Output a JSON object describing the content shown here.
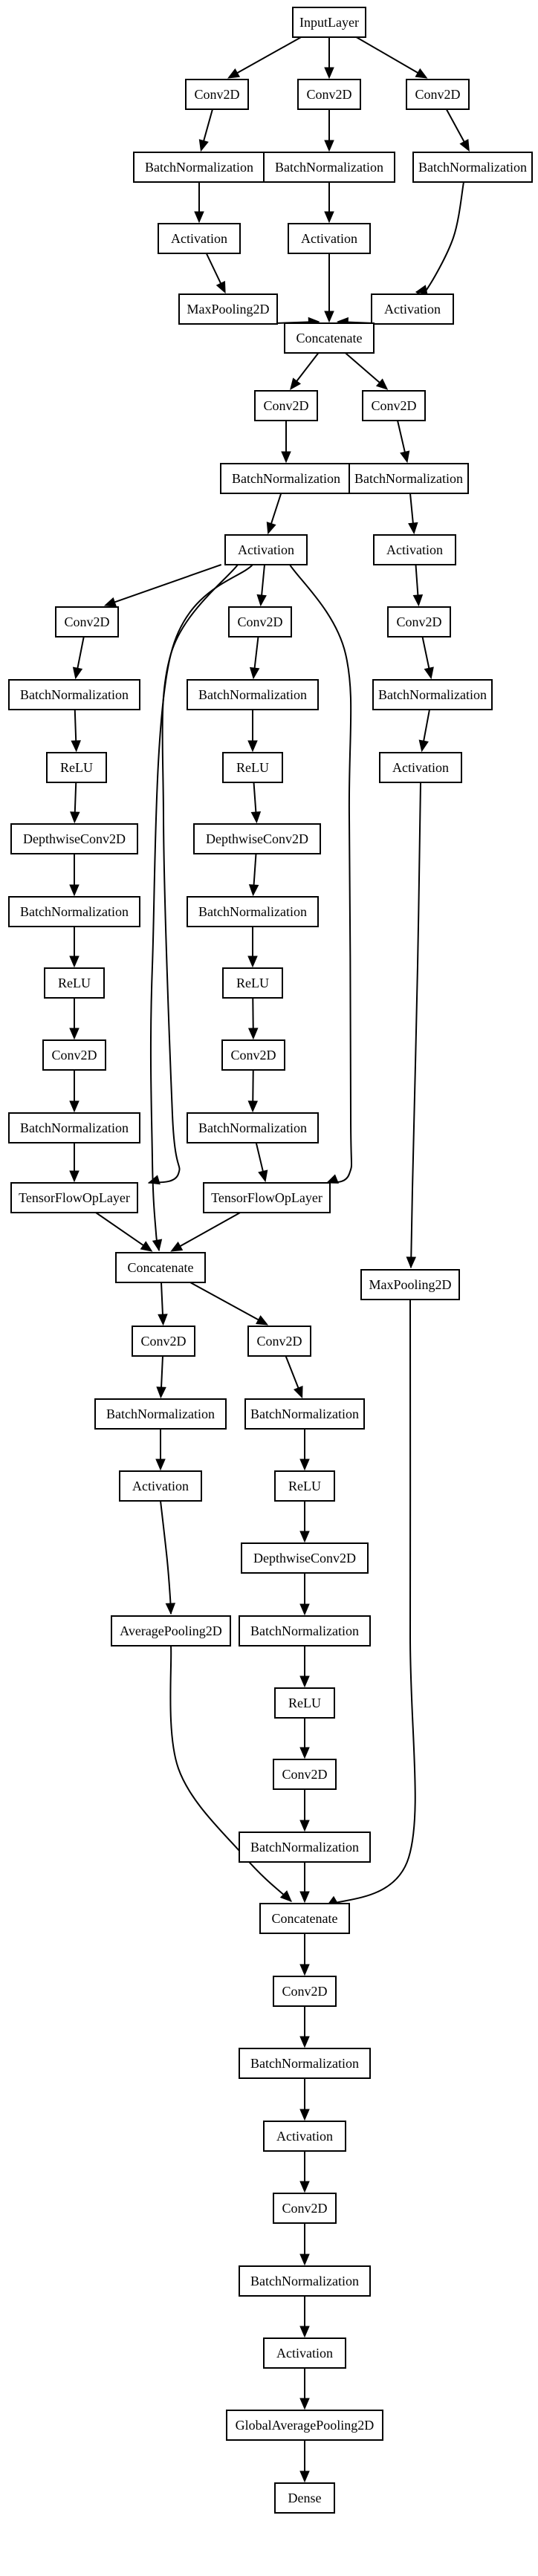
{
  "diagram": {
    "type": "directed-graph",
    "nodes": [
      {
        "id": "n1",
        "label": "InputLayer"
      },
      {
        "id": "n2",
        "label": "Conv2D"
      },
      {
        "id": "n3",
        "label": "Conv2D"
      },
      {
        "id": "n4",
        "label": "Conv2D"
      },
      {
        "id": "n5",
        "label": "BatchNormalization"
      },
      {
        "id": "n6",
        "label": "BatchNormalization"
      },
      {
        "id": "n7",
        "label": "BatchNormalization"
      },
      {
        "id": "n8",
        "label": "Activation"
      },
      {
        "id": "n9",
        "label": "Activation"
      },
      {
        "id": "n10",
        "label": "MaxPooling2D"
      },
      {
        "id": "n11",
        "label": "Activation"
      },
      {
        "id": "n12",
        "label": "Concatenate"
      },
      {
        "id": "n13",
        "label": "Conv2D"
      },
      {
        "id": "n14",
        "label": "Conv2D"
      },
      {
        "id": "n15",
        "label": "BatchNormalization"
      },
      {
        "id": "n16",
        "label": "BatchNormalization"
      },
      {
        "id": "n17",
        "label": "Activation"
      },
      {
        "id": "n18",
        "label": "Activation"
      },
      {
        "id": "n19",
        "label": "Conv2D"
      },
      {
        "id": "n20",
        "label": "Conv2D"
      },
      {
        "id": "n21",
        "label": "Conv2D"
      },
      {
        "id": "n22",
        "label": "BatchNormalization"
      },
      {
        "id": "n23",
        "label": "BatchNormalization"
      },
      {
        "id": "n24",
        "label": "BatchNormalization"
      },
      {
        "id": "n25",
        "label": "ReLU"
      },
      {
        "id": "n26",
        "label": "ReLU"
      },
      {
        "id": "n27",
        "label": "Activation"
      },
      {
        "id": "n28",
        "label": "DepthwiseConv2D"
      },
      {
        "id": "n29",
        "label": "DepthwiseConv2D"
      },
      {
        "id": "n30",
        "label": "BatchNormalization"
      },
      {
        "id": "n31",
        "label": "BatchNormalization"
      },
      {
        "id": "n32",
        "label": "ReLU"
      },
      {
        "id": "n33",
        "label": "ReLU"
      },
      {
        "id": "n34",
        "label": "Conv2D"
      },
      {
        "id": "n35",
        "label": "Conv2D"
      },
      {
        "id": "n36",
        "label": "BatchNormalization"
      },
      {
        "id": "n37",
        "label": "BatchNormalization"
      },
      {
        "id": "n38",
        "label": "TensorFlowOpLayer"
      },
      {
        "id": "n39",
        "label": "TensorFlowOpLayer"
      },
      {
        "id": "n40",
        "label": "Concatenate"
      },
      {
        "id": "n41",
        "label": "MaxPooling2D"
      },
      {
        "id": "n42",
        "label": "Conv2D"
      },
      {
        "id": "n43",
        "label": "Conv2D"
      },
      {
        "id": "n44",
        "label": "BatchNormalization"
      },
      {
        "id": "n45",
        "label": "BatchNormalization"
      },
      {
        "id": "n46",
        "label": "Activation"
      },
      {
        "id": "n47",
        "label": "ReLU"
      },
      {
        "id": "n48",
        "label": "DepthwiseConv2D"
      },
      {
        "id": "n49",
        "label": "AveragePooling2D"
      },
      {
        "id": "n50",
        "label": "BatchNormalization"
      },
      {
        "id": "n51",
        "label": "ReLU"
      },
      {
        "id": "n52",
        "label": "Conv2D"
      },
      {
        "id": "n53",
        "label": "BatchNormalization"
      },
      {
        "id": "n54",
        "label": "Concatenate"
      },
      {
        "id": "n55",
        "label": "Conv2D"
      },
      {
        "id": "n56",
        "label": "BatchNormalization"
      },
      {
        "id": "n57",
        "label": "Activation"
      },
      {
        "id": "n58",
        "label": "Conv2D"
      },
      {
        "id": "n59",
        "label": "BatchNormalization"
      },
      {
        "id": "n60",
        "label": "Activation"
      },
      {
        "id": "n61",
        "label": "GlobalAveragePooling2D"
      },
      {
        "id": "n62",
        "label": "Dense"
      }
    ],
    "edges": [
      {
        "from": "n1",
        "to": "n2"
      },
      {
        "from": "n1",
        "to": "n3"
      },
      {
        "from": "n1",
        "to": "n4"
      },
      {
        "from": "n2",
        "to": "n5"
      },
      {
        "from": "n3",
        "to": "n6"
      },
      {
        "from": "n4",
        "to": "n7"
      },
      {
        "from": "n5",
        "to": "n8"
      },
      {
        "from": "n6",
        "to": "n9"
      },
      {
        "from": "n8",
        "to": "n10"
      },
      {
        "from": "n7",
        "to": "n11"
      },
      {
        "from": "n10",
        "to": "n12"
      },
      {
        "from": "n9",
        "to": "n12"
      },
      {
        "from": "n11",
        "to": "n12"
      },
      {
        "from": "n12",
        "to": "n13"
      },
      {
        "from": "n12",
        "to": "n14"
      },
      {
        "from": "n13",
        "to": "n15"
      },
      {
        "from": "n14",
        "to": "n16"
      },
      {
        "from": "n15",
        "to": "n17"
      },
      {
        "from": "n16",
        "to": "n18"
      },
      {
        "from": "n17",
        "to": "n19"
      },
      {
        "from": "n17",
        "to": "n20"
      },
      {
        "from": "n18",
        "to": "n21"
      },
      {
        "from": "n19",
        "to": "n22"
      },
      {
        "from": "n20",
        "to": "n23"
      },
      {
        "from": "n21",
        "to": "n24"
      },
      {
        "from": "n22",
        "to": "n25"
      },
      {
        "from": "n23",
        "to": "n26"
      },
      {
        "from": "n24",
        "to": "n27"
      },
      {
        "from": "n25",
        "to": "n28"
      },
      {
        "from": "n26",
        "to": "n29"
      },
      {
        "from": "n28",
        "to": "n30"
      },
      {
        "from": "n29",
        "to": "n31"
      },
      {
        "from": "n30",
        "to": "n32"
      },
      {
        "from": "n31",
        "to": "n33"
      },
      {
        "from": "n32",
        "to": "n34"
      },
      {
        "from": "n33",
        "to": "n35"
      },
      {
        "from": "n34",
        "to": "n36"
      },
      {
        "from": "n35",
        "to": "n37"
      },
      {
        "from": "n36",
        "to": "n38"
      },
      {
        "from": "n17",
        "to": "n38"
      },
      {
        "from": "n37",
        "to": "n39"
      },
      {
        "from": "n17",
        "to": "n39"
      },
      {
        "from": "n38",
        "to": "n40"
      },
      {
        "from": "n39",
        "to": "n40"
      },
      {
        "from": "n17",
        "to": "n40"
      },
      {
        "from": "n27",
        "to": "n41"
      },
      {
        "from": "n40",
        "to": "n42"
      },
      {
        "from": "n40",
        "to": "n43"
      },
      {
        "from": "n42",
        "to": "n44"
      },
      {
        "from": "n43",
        "to": "n45"
      },
      {
        "from": "n44",
        "to": "n46"
      },
      {
        "from": "n45",
        "to": "n47"
      },
      {
        "from": "n47",
        "to": "n48"
      },
      {
        "from": "n46",
        "to": "n49"
      },
      {
        "from": "n48",
        "to": "n50"
      },
      {
        "from": "n50",
        "to": "n51"
      },
      {
        "from": "n51",
        "to": "n52"
      },
      {
        "from": "n52",
        "to": "n53"
      },
      {
        "from": "n49",
        "to": "n54"
      },
      {
        "from": "n53",
        "to": "n54"
      },
      {
        "from": "n41",
        "to": "n54"
      },
      {
        "from": "n54",
        "to": "n55"
      },
      {
        "from": "n55",
        "to": "n56"
      },
      {
        "from": "n56",
        "to": "n57"
      },
      {
        "from": "n57",
        "to": "n58"
      },
      {
        "from": "n58",
        "to": "n59"
      },
      {
        "from": "n59",
        "to": "n60"
      },
      {
        "from": "n60",
        "to": "n61"
      },
      {
        "from": "n61",
        "to": "n62"
      }
    ]
  }
}
